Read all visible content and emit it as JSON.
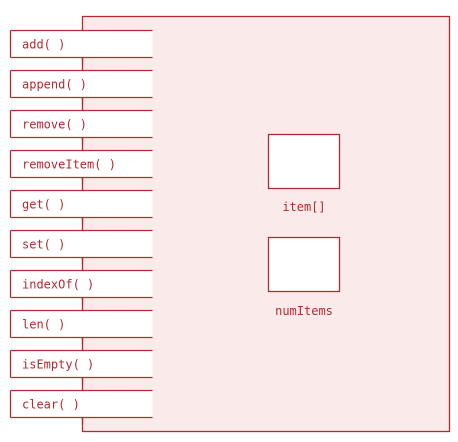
{
  "colors": {
    "stroke": "#b22b30",
    "fill": "#fbeaea",
    "box_fill": "#ffffff",
    "text": "#b22b30"
  },
  "methods": [
    {
      "name": "add",
      "label": "add( )"
    },
    {
      "name": "append",
      "label": "append( )"
    },
    {
      "name": "remove",
      "label": "remove( )"
    },
    {
      "name": "removeitem",
      "label": "removeItem( )"
    },
    {
      "name": "get",
      "label": "get( )"
    },
    {
      "name": "set",
      "label": "set( )"
    },
    {
      "name": "indexof",
      "label": "indexOf( )"
    },
    {
      "name": "len",
      "label": "len( )"
    },
    {
      "name": "isempty",
      "label": "isEmpty( )"
    },
    {
      "name": "clear",
      "label": "clear( )"
    }
  ],
  "fields": [
    {
      "name": "item",
      "label": "item[]"
    },
    {
      "name": "numitems",
      "label": "numItems"
    }
  ]
}
